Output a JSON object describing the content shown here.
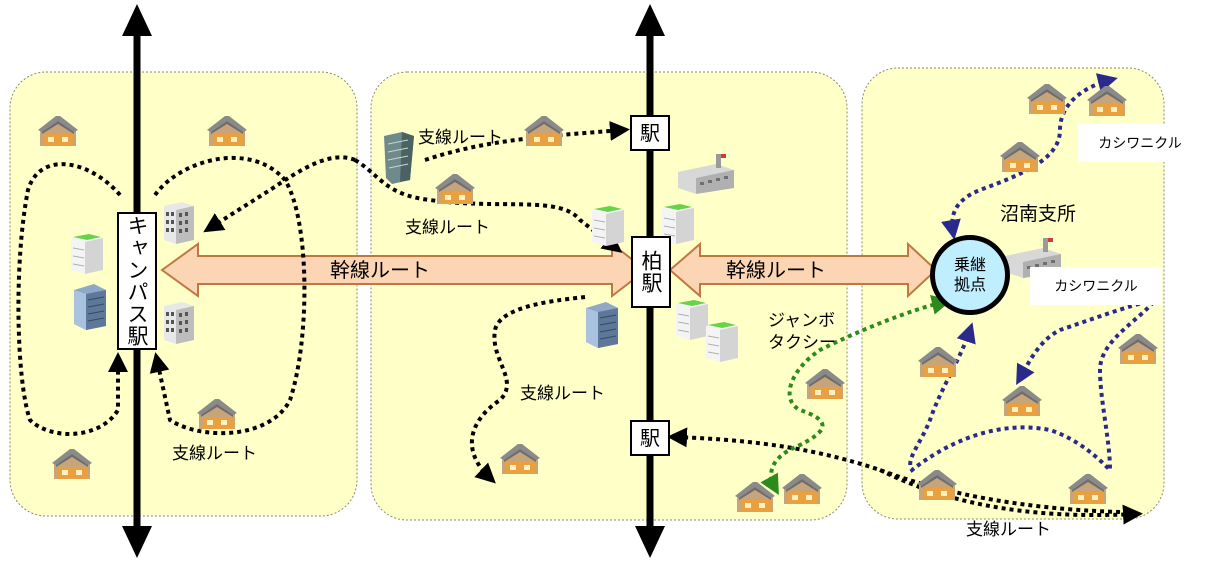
{
  "trunk_route_label": "幹線ルート",
  "branch_route_label": "支線ルート",
  "campus_station": "キャンパス駅",
  "kashiwa_station": "柏駅",
  "station_label": "駅",
  "transfer_hub": [
    "乗継",
    "拠点"
  ],
  "numinami_branch": "沼南支所",
  "kashiwanikuru": "カシワニクル",
  "jumbo_taxi": [
    "ジャンボ",
    "タクシー"
  ],
  "colors": {
    "zone_fill": "#ffffc8",
    "trunk_arrow_fill": "#fcd5b4",
    "trunk_arrow_stroke": "#c07840",
    "branch_route": "#000000",
    "jumbo_taxi_route": "#2d8a1c",
    "kashiwanikuru_route": "#2a2a8c",
    "rail": "#000000",
    "hub_fill": "#bfeeff"
  },
  "icons": [
    "house-icon",
    "office-building-icon",
    "apartment-icon",
    "factory-icon",
    "tower-icon"
  ]
}
